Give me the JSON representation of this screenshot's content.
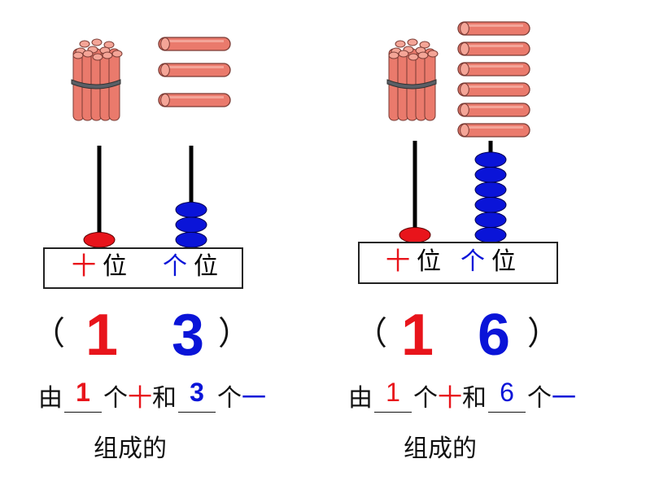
{
  "colors": {
    "tens": "#e8141b",
    "ones": "#0a14d8",
    "text": "#111111",
    "stick": "#ea7a6c",
    "stick_edge": "#7a3b34",
    "band": "#5a5f66"
  },
  "panels": [
    {
      "number": {
        "tens": 1,
        "ones": 3
      },
      "sticks": {
        "bundles": 1,
        "loose": 3
      },
      "abacus": {
        "tens_beads": 1,
        "ones_beads": 3
      },
      "place_labels": {
        "tens_char": "十",
        "ones_char": "个",
        "suffix": "位"
      },
      "parens": {
        "open": "（",
        "close": "）"
      },
      "digits": {
        "tens": "1",
        "ones": "3"
      },
      "sentence": {
        "prefix": "由",
        "blank1": "1",
        "unit1": "个",
        "word_ten": "十",
        "and": "和",
        "blank2": "3",
        "unit2": "个",
        "word_one": "一",
        "tail": "组成的"
      }
    },
    {
      "number": {
        "tens": 1,
        "ones": 6
      },
      "sticks": {
        "bundles": 1,
        "loose": 6
      },
      "abacus": {
        "tens_beads": 1,
        "ones_beads": 6
      },
      "place_labels": {
        "tens_char": "十",
        "ones_char": "个",
        "suffix": "位"
      },
      "parens": {
        "open": "（",
        "close": "）"
      },
      "digits": {
        "tens": "1",
        "ones": "6"
      },
      "sentence": {
        "prefix": "由",
        "blank1": "1",
        "unit1": "个",
        "word_ten": "十",
        "and": "和",
        "blank2": "6",
        "unit2": "个",
        "word_one": "一",
        "tail": "组成的"
      }
    }
  ]
}
